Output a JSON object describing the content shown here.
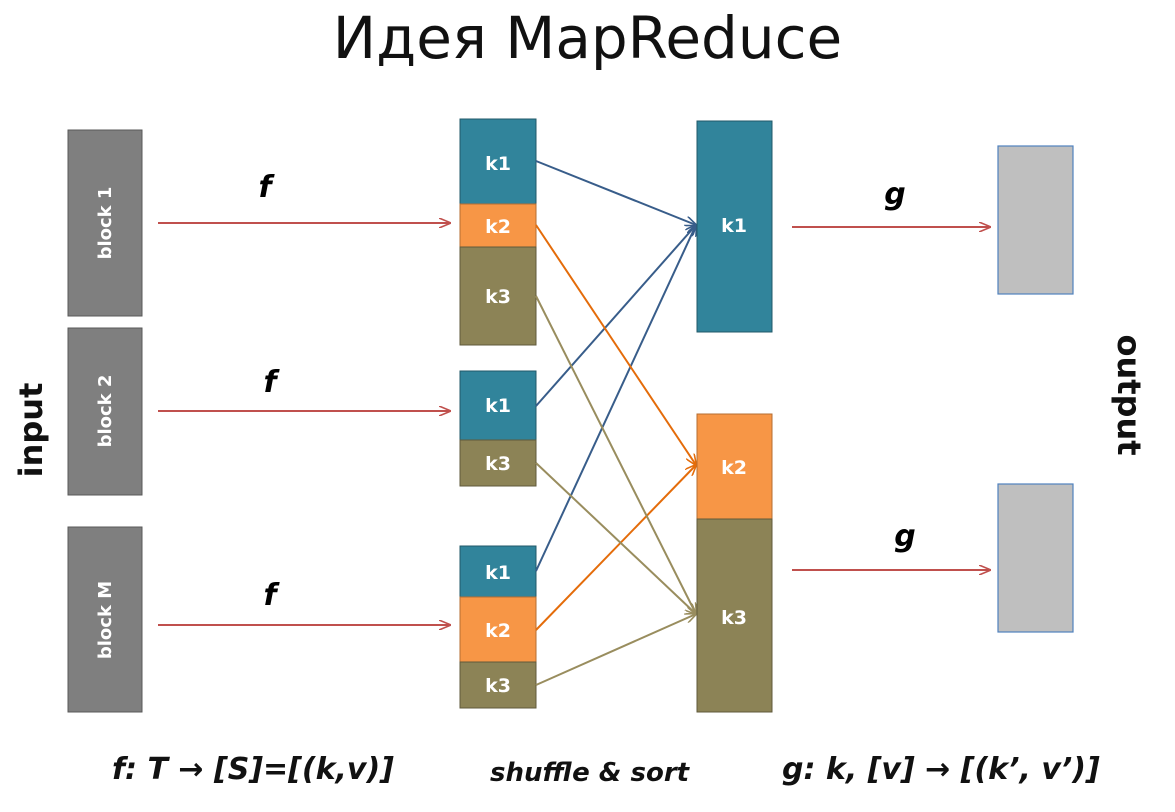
{
  "title": "Идея MapReduce",
  "side_labels": {
    "input": "input",
    "output": "output"
  },
  "blocks": [
    "block 1",
    "block 2",
    "block M"
  ],
  "map_function": "f",
  "reduce_function": "g",
  "keys": {
    "k1": "k1",
    "k2": "k2",
    "k3": "k3"
  },
  "formulas": {
    "map": "f: T → [S]=[(k,v)]",
    "shuffle": "shuffle & sort",
    "reduce": "g: k, [v] → [(k’, v’)]"
  },
  "colors": {
    "k1": "#31849b",
    "k2": "#f79646",
    "k3": "#8c8356",
    "block": "#7f7f7f",
    "output": "#bfbfbf",
    "arrow_f": "#c0504d",
    "arrow_k1": "#385d8a",
    "arrow_k2": "#e46c0a",
    "arrow_k3": "#998d5e"
  }
}
